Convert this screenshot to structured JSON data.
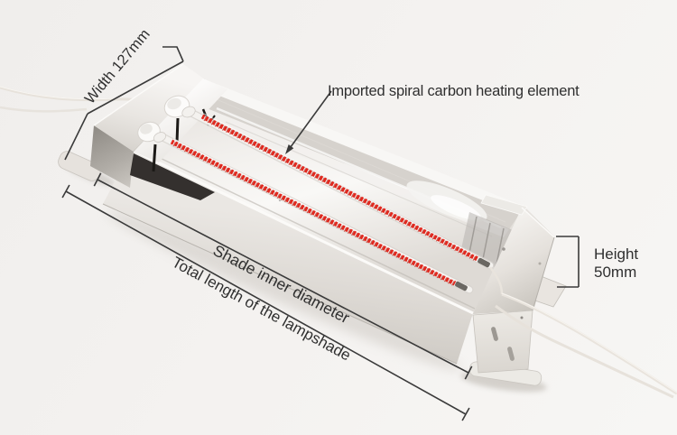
{
  "labels": {
    "width": "Width 127mm",
    "heating_element": "Imported spiral carbon heating element",
    "shade_inner_diameter": "Shade inner diameter",
    "total_length": "Total length of the lampshade",
    "height": [
      "Height",
      "50mm"
    ]
  },
  "colors": {
    "background": "#f3f1ee",
    "annotation_line": "#3a3a3a",
    "label_text": "#2f2f2f",
    "heater_red": "#e2271d",
    "heater_red_dark": "#bb1d12",
    "steel_highlight": "#f8f7f5",
    "steel_mid": "#cfcbc5",
    "steel_shadow": "#94908a",
    "ceramic_white": "#fbfaf8",
    "wire": "#e9e4dd"
  }
}
